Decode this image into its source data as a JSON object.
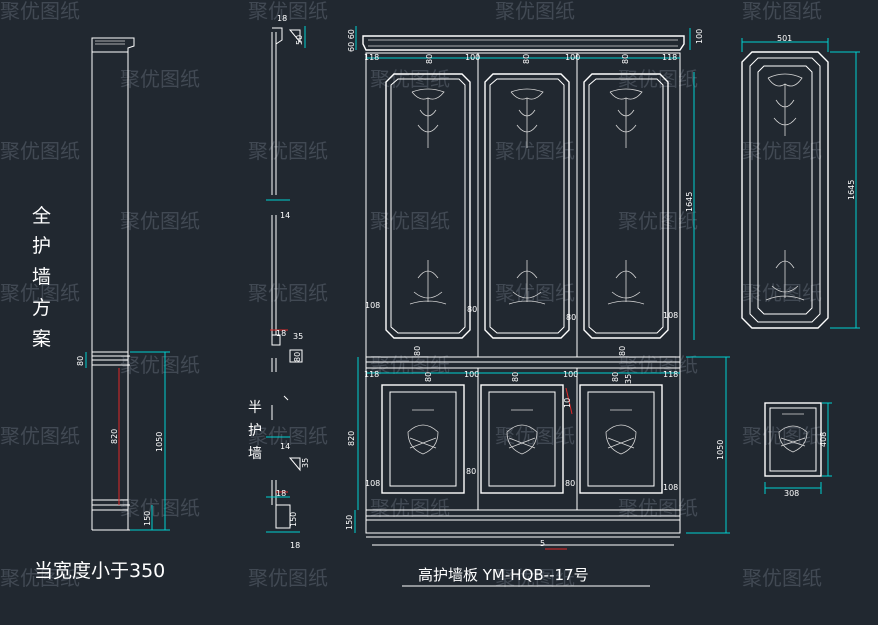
{
  "watermark": "聚优图纸",
  "left_panel": {
    "title_chars": [
      "全",
      "护",
      "墙",
      "方",
      "案"
    ],
    "note": "当宽度小于350",
    "dims": {
      "top": "80",
      "mid": "820",
      "total": "1050",
      "base": "150"
    }
  },
  "section": {
    "label_chars": [
      "半",
      "护",
      "墙"
    ],
    "dims": {
      "d18a": "18",
      "d50": "50",
      "d14a": "14",
      "d18b": "18",
      "d35a": "35",
      "d80": "80",
      "d14b": "14",
      "d35b": "35",
      "d18c": "18",
      "d150": "150",
      "d18d": "18"
    }
  },
  "elevation": {
    "caption": "高护墙板 YM-HQB--17号",
    "dims": {
      "top_left": "60 60",
      "top_right": "100",
      "stile_left": "118",
      "stile_right": "118",
      "rail": "80",
      "gap": "100",
      "tall": "1645",
      "bottom_rail": "108",
      "inner80": "80",
      "lower_h": "820",
      "lower_base": "150",
      "lower_total": "1050",
      "small5": "5",
      "small10": "10",
      "small35": "35"
    }
  },
  "detail_top": {
    "width": "501",
    "height": "1645"
  },
  "detail_bottom": {
    "width": "308",
    "height": "408"
  }
}
